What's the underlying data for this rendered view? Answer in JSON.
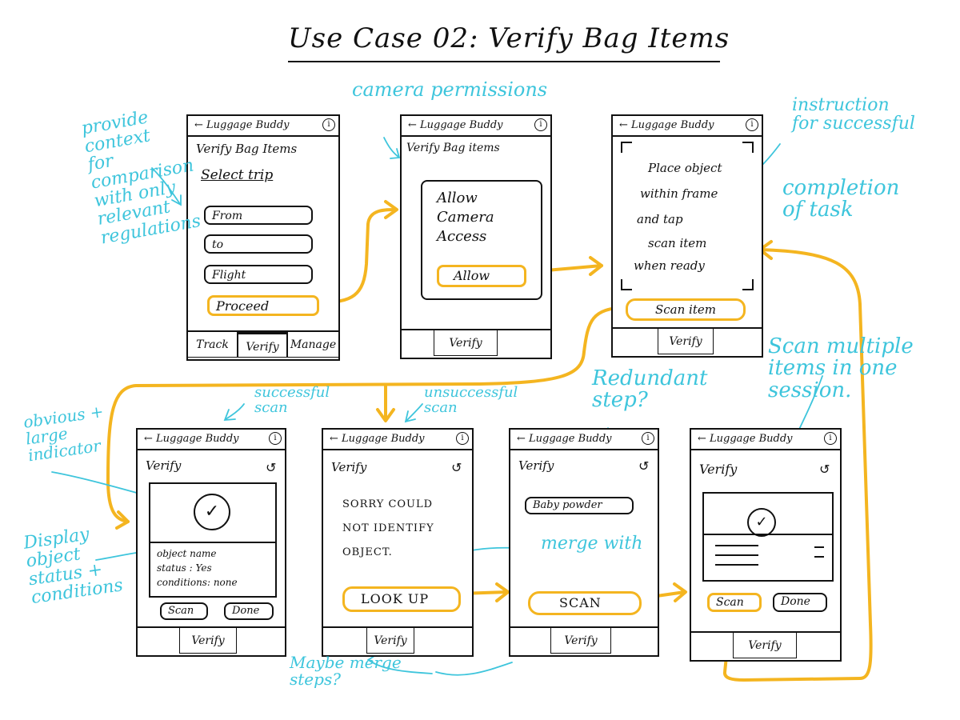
{
  "title": "Use Case 02: Verify Bag Items",
  "app_name": "Luggage Buddy",
  "info_glyph": "i",
  "screens": {
    "s1": {
      "heading": "Verify Bag Items",
      "subheading": "Select trip",
      "fields": [
        "From",
        "to",
        "Flight"
      ],
      "proceed": "Proceed",
      "nav": [
        "Track",
        "Verify",
        "Manage"
      ]
    },
    "s2": {
      "heading": "Verify Bag items",
      "dialog_text": [
        "Allow",
        "Camera",
        "Access"
      ],
      "allow": "Allow",
      "nav": "Verify"
    },
    "s3": {
      "instruction": [
        "Place object",
        "within frame",
        "and tap",
        "scan item",
        "when ready"
      ],
      "scan": "Scan item",
      "nav": "Verify"
    },
    "s4": {
      "heading": "Verify",
      "details": [
        "object name",
        "status : Yes",
        "conditions: none"
      ],
      "scan": "Scan",
      "done": "Done",
      "nav": "Verify"
    },
    "s5": {
      "heading": "Verify",
      "message": [
        "SORRY COULD",
        "NOT IDENTIFY",
        "OBJECT."
      ],
      "lookup": "LOOK UP",
      "nav": "Verify"
    },
    "s6": {
      "heading": "Verify",
      "tag": "Baby powder",
      "scan": "SCAN",
      "nav": "Verify"
    },
    "s7": {
      "heading": "Verify",
      "scan": "Scan",
      "done": "Done",
      "nav": "Verify"
    }
  },
  "notes": {
    "provide_context": "provide\ncontext\nfor\ncomparison\nwith only\nrelevant\nregulations",
    "camera_permissions": "camera permissions",
    "instruction": "instruction\nfor successful",
    "completion": "completion\nof task",
    "successful_scan": "successful\nscan",
    "unsuccessful_scan": "unsuccessful\nscan",
    "redundant_step": "Redundant\nstep?",
    "scan_multiple": "Scan multiple\nitems in one\nsession.",
    "obvious_indicator": "obvious +\nlarge\nindicator",
    "display_status": "Display\nobject\nstatus +\nconditions",
    "merge_with": "merge with",
    "maybe_merge": "Maybe merge\nsteps?"
  },
  "colors": {
    "highlight": "#f4b520",
    "annotation": "#3ec5dc",
    "ink": "#111111"
  }
}
